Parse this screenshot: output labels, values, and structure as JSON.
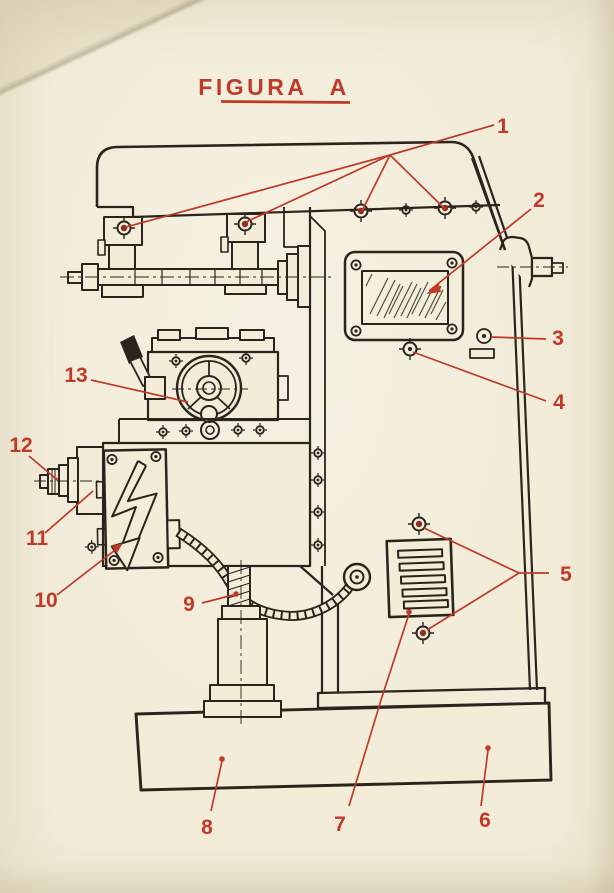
{
  "page": {
    "title": "FIGURA A",
    "kind": "scanned technical figure of a milling machine, side elevation, with numbered callouts"
  },
  "colors": {
    "paper": "#f2ecd9",
    "ink": "#2a241d",
    "accent_red": "#bf3a28",
    "target_dot_red": "#8e2f1e"
  },
  "callouts": [
    {
      "label": "1"
    },
    {
      "label": "2"
    },
    {
      "label": "3"
    },
    {
      "label": "4"
    },
    {
      "label": "5"
    },
    {
      "label": "6"
    },
    {
      "label": "7"
    },
    {
      "label": "8"
    },
    {
      "label": "9"
    },
    {
      "label": "10"
    },
    {
      "label": "11"
    },
    {
      "label": "12"
    },
    {
      "label": "13"
    }
  ]
}
